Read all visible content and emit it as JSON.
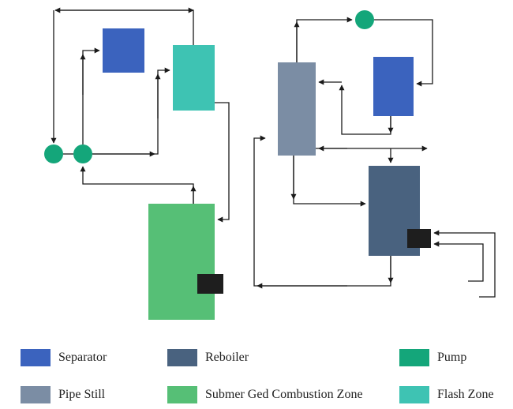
{
  "colors": {
    "separator": "#3b63be",
    "reboiler": "#49627f",
    "pump": "#14a67a",
    "pipe_still": "#7b8da4",
    "combustion": "#56bf76",
    "flash_zone": "#3ec3b3",
    "burner": "#1e1e1e",
    "line": "#1a1a1a"
  },
  "legend": [
    {
      "label": "Separator",
      "color": "#3b63be",
      "icon": "separator-swatch"
    },
    {
      "label": "Reboiler",
      "color": "#49627f",
      "icon": "reboiler-swatch"
    },
    {
      "label": "Pump",
      "color": "#14a67a",
      "icon": "pump-swatch"
    },
    {
      "label": "Pipe Still",
      "color": "#7b8da4",
      "icon": "pipe-still-swatch"
    },
    {
      "label": "Submer Ged Combustion Zone",
      "color": "#56bf76",
      "icon": "combustion-swatch"
    },
    {
      "label": "Flash Zone",
      "color": "#3ec3b3",
      "icon": "flash-zone-swatch"
    }
  ]
}
